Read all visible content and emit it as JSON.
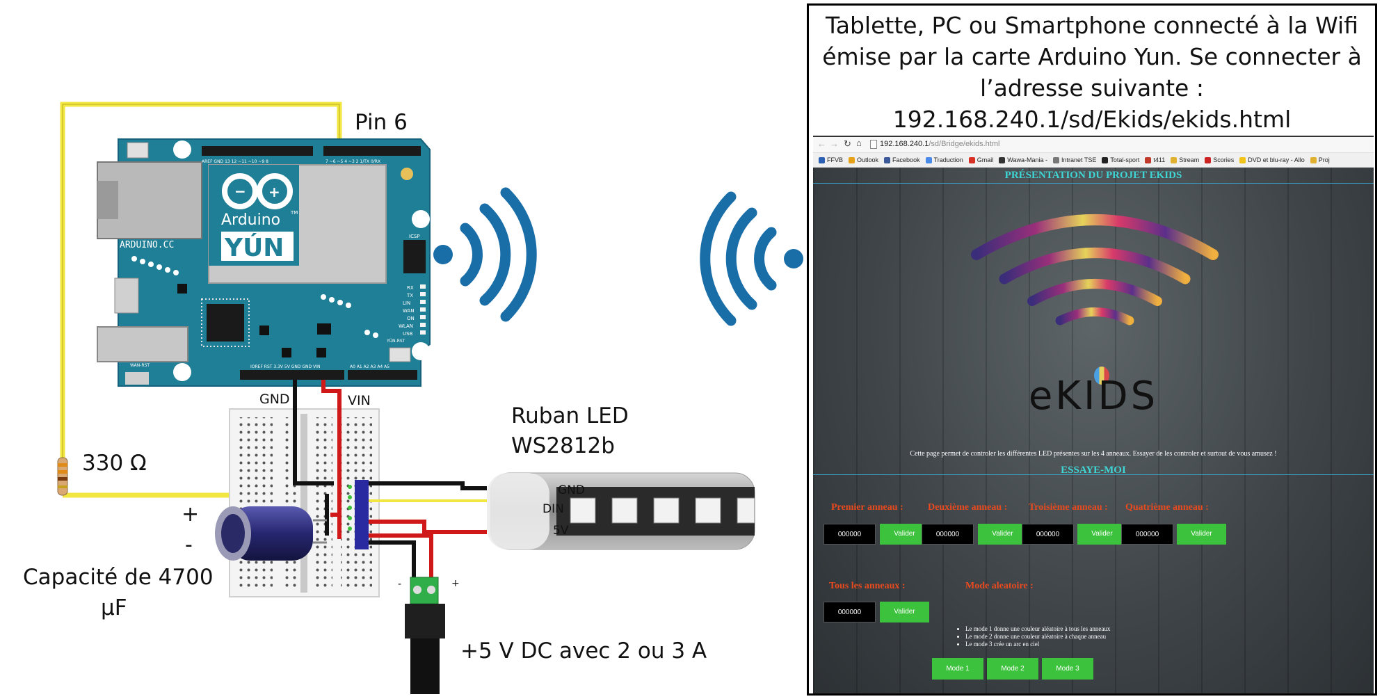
{
  "diagram": {
    "labels": {
      "pin6": "Pin 6",
      "gnd": "GND",
      "vin": "VIN",
      "resistor": "330 Ω",
      "plus": "+",
      "minus": "-",
      "capacitor_line1": "Capacité de 4700",
      "capacitor_line2": "µF",
      "strip_line1": "Ruban LED",
      "strip_line2": "WS2812b",
      "strip_gnd": "GND",
      "strip_din": "DIN",
      "strip_5v": "5V",
      "jack_minus": "-",
      "jack_plus": "+",
      "power": "+5 V DC avec 2 ou 3 A"
    },
    "board": {
      "brand": "Arduino",
      "tm": "TM",
      "model": "YÚN",
      "site": "ARDUINO.CC",
      "icsp": "ICSP",
      "wan_rst": "WAN-RST",
      "yun_rst": "YÚN-RST",
      "leds": [
        "RX",
        "TX",
        "LIN",
        "WAN",
        "ON",
        "WLAN",
        "USB"
      ],
      "header_left": "AREF GND 13 12 ~11 ~10 ~9 8",
      "header_right": "7 ~6 ~5 4 ~3 2 1/TX 0/RX",
      "power_header": "IOREF RST 3.3V 5V GND GND VIN",
      "analog_header": "A0 A1 A2 A3 A4 A5"
    },
    "colors": {
      "wire_yellow": "#f2e640",
      "wire_black": "#111111",
      "wire_red": "#d01818",
      "wifi_blue": "#1a6ea8",
      "board_teal": "#1f7f96"
    }
  },
  "panel": {
    "caption": [
      "Tablette, PC ou Smartphone connecté à la Wifi",
      "émise par la carte Arduino Yun. Se connecter à",
      "l’adresse suivante :",
      "192.168.240.1/sd/Ekids/ekids.html"
    ],
    "browser": {
      "url_host": "192.168.240.1",
      "url_path": "/sd/Bridge/ekids.html",
      "bookmarks": [
        {
          "label": "FFVB",
          "color": "#2b5fb4"
        },
        {
          "label": "Outlook",
          "color": "#e6a117"
        },
        {
          "label": "Facebook",
          "color": "#3b5998"
        },
        {
          "label": "Traduction",
          "color": "#4a8ae8"
        },
        {
          "label": "Gmail",
          "color": "#d93025"
        },
        {
          "label": "Wawa-Mania -",
          "color": "#333333"
        },
        {
          "label": "Intranet TSE",
          "color": "#777777"
        },
        {
          "label": "Total-sport",
          "color": "#222222"
        },
        {
          "label": "t411",
          "color": "#c0392b"
        },
        {
          "label": "Stream",
          "color": "#e0b030"
        },
        {
          "label": "Scories",
          "color": "#cc2222"
        },
        {
          "label": "DVD et blu-ray - Allo",
          "color": "#f0c419"
        },
        {
          "label": "Proj",
          "color": "#e0b030"
        }
      ]
    },
    "page": {
      "title": "PRÉSENTATION DU PROJET EKIDS",
      "logo": "eKIDS",
      "description": "Cette page permet de controler les différentes LED présentes sur les 4 anneaux. Essayer de les controler et surtout de vous amusez !",
      "try_it": "ESSAYE-MOI",
      "rings": [
        {
          "label": "Premier anneau :",
          "value": "000000",
          "button": "Valider"
        },
        {
          "label": "Deuxième anneau :",
          "value": "000000",
          "button": "Valider"
        },
        {
          "label": "Troisième anneau :",
          "value": "000000",
          "button": "Valider"
        },
        {
          "label": "Quatrième anneau :",
          "value": "000000",
          "button": "Valider"
        }
      ],
      "all_rings": {
        "label": "Tous les anneaux :",
        "value": "000000",
        "button": "Valider"
      },
      "random_mode": {
        "label": "Mode aleatoire :",
        "items": [
          "Le mode 1 donne une couleur aléatoire à tous les anneaux",
          "Le mode 2 donne une couleur aléatoire à chaque anneau",
          "Le mode 3 crée un arc en ciel"
        ],
        "buttons": [
          "Mode 1",
          "Mode 2",
          "Mode 3"
        ]
      }
    }
  }
}
